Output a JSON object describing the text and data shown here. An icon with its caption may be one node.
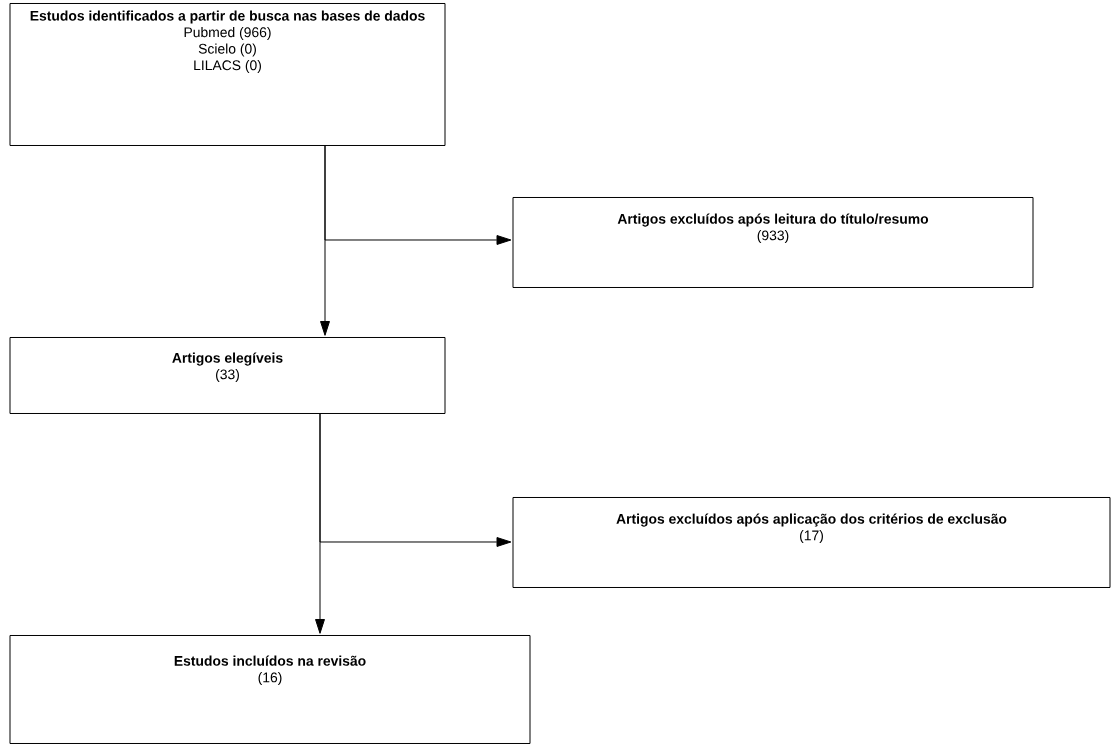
{
  "diagram": {
    "nodes": [
      {
        "text": [
          "Estudos identificados a partir de busca nas bases de dados",
          "Pubmed (966)",
          "Scielo (0)",
          "LILACS (0)"
        ]
      },
      {
        "text": [
          "Artigos excluídos após leitura do título/resumo",
          "(933)"
        ]
      },
      {
        "text": [
          "Artigos elegíveis",
          "(33)"
        ]
      },
      {
        "text": [
          "Artigos excluídos após aplicação dos critérios de exclusão",
          "(17)"
        ]
      },
      {
        "text": [
          "Estudos incluídos na revisão",
          "(16)"
        ]
      }
    ],
    "edges": [
      {
        "from": 0,
        "to": 2,
        "arrow": "to"
      },
      {
        "from": 0,
        "to": 1,
        "arrow": "to"
      },
      {
        "from": 2,
        "to": 4,
        "arrow": "to"
      },
      {
        "from": 2,
        "to": 3,
        "arrow": "to"
      }
    ]
  }
}
